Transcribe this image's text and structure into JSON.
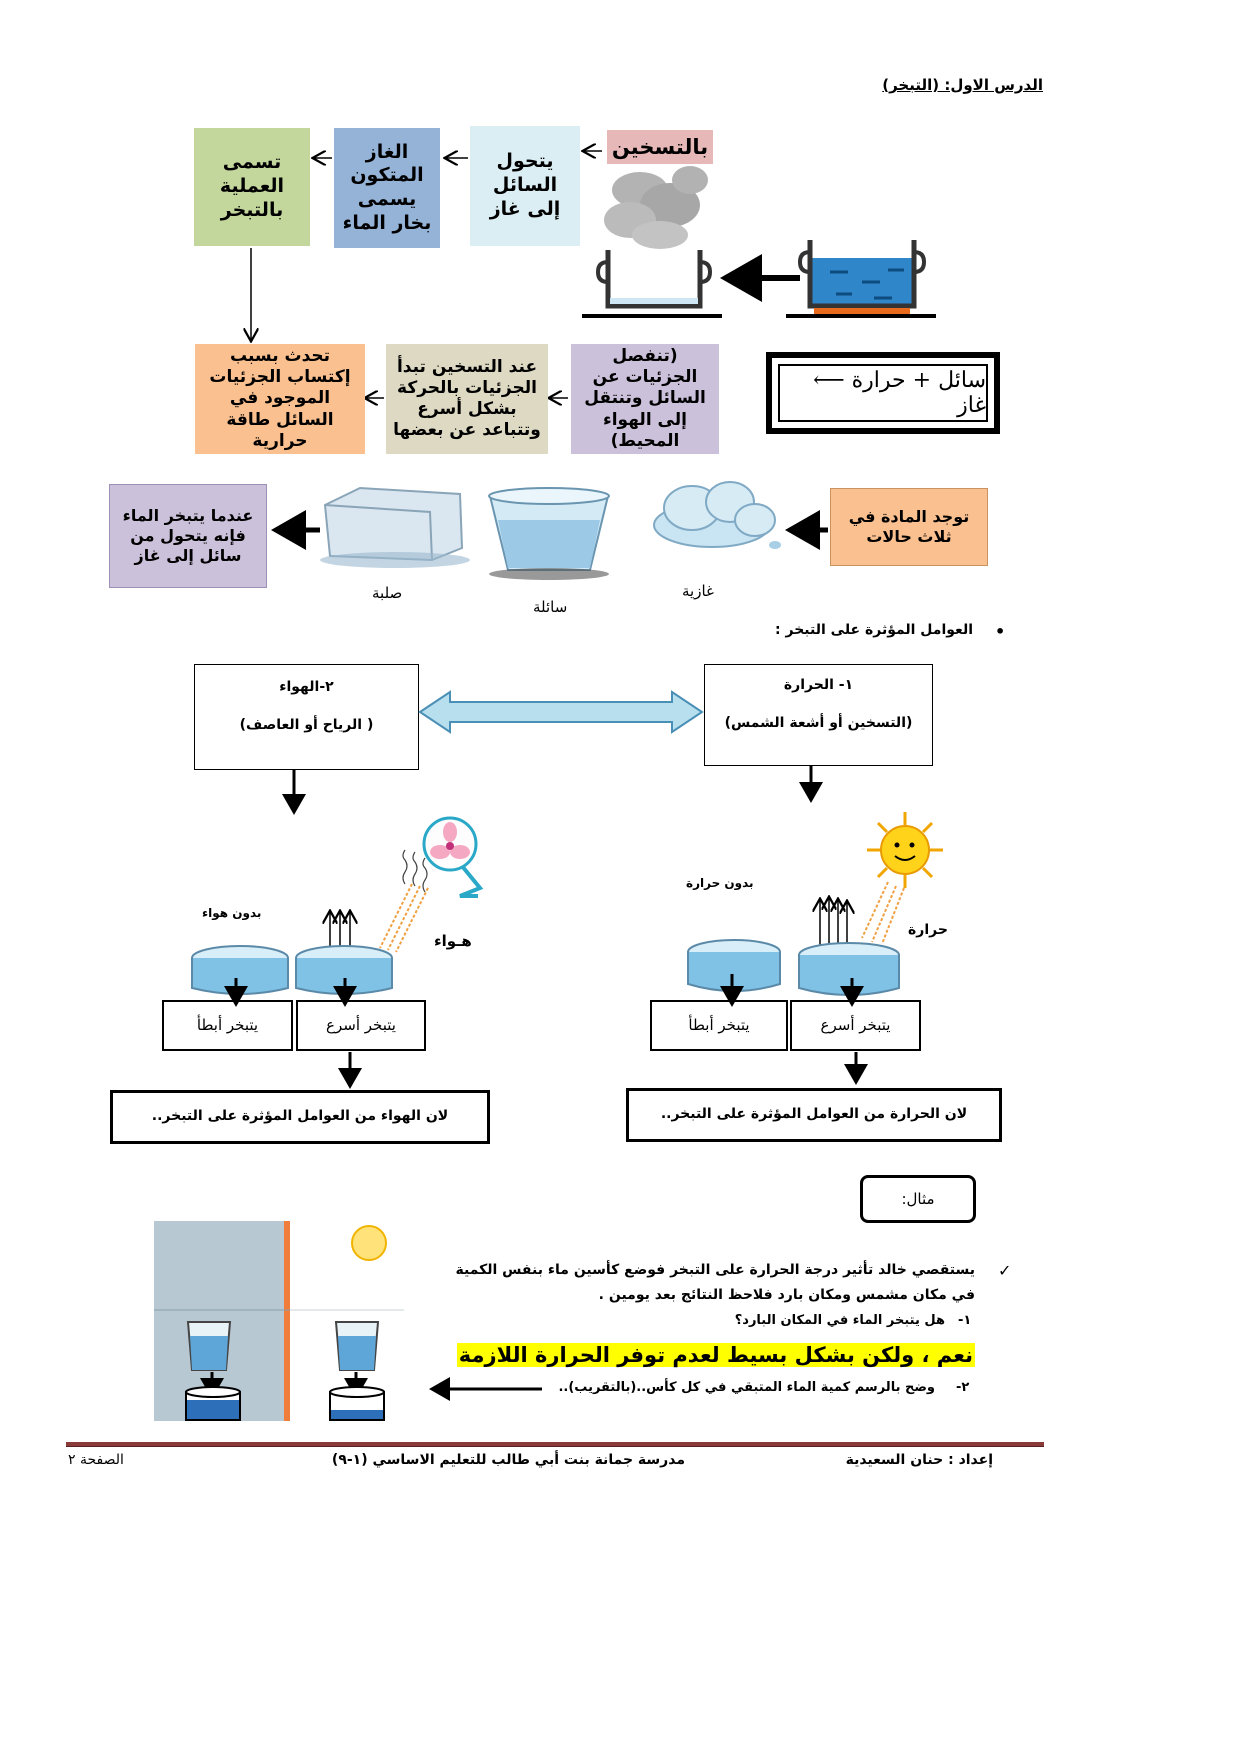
{
  "lesson_title": "الدرس الاول: (التبخر)",
  "flow_top": {
    "heating_label": "بالتسخين",
    "box1": "يتحول السائل إلى غاز",
    "box2": "الغاز المتكون يسمى بخار الماء",
    "box3": "تسمى العملية بالتبخر"
  },
  "flow_mid": {
    "box1": "(تنفصل الجزئيات عن السائل وتنتقل إلى الهواء المحيط)",
    "box2": "عند التسخين تبدأ الجزئيات بالحركة بشكل أسرع وتتباعد عن بعضها",
    "box3": "تحدث بسبب إكتساب الجزئيات الموجود في السائل طاقة حرارية",
    "equation": "سائل + حرارة ⟵ غاز"
  },
  "states": {
    "intro_box": "توجد المادة في ثلاث حالات",
    "gas_label": "غازية",
    "liquid_label": "سائلة",
    "solid_label": "صلبة",
    "result_box": "عندما يتبخر الماء فإنه يتحول من سائل إلى غاز"
  },
  "factors": {
    "bullet": "•",
    "heading": "العوامل المؤثرة على التبخر :",
    "heat_title": "١- الحرارة",
    "heat_sub": "(التسخين أو أشعة الشمس)",
    "air_title": "٢-الهواء",
    "air_sub": "( الرياح أو العاصف)",
    "no_heat": "بدون حرارة",
    "heat_label": "حرارة",
    "no_air": "بدون هواء",
    "air_label": "هـواء",
    "faster": "يتبخر أسرع",
    "slower": "يتبخر أبطأ",
    "heat_conclusion": "لان الحرارة من العوامل المؤثرة على التبخر..",
    "air_conclusion": "لان الهواء من العوامل المؤثرة على التبخر.."
  },
  "example": {
    "label": "مثال:",
    "check": "✓",
    "text_line1": "يستقصي خالد تأثير درجة الحرارة على التبخر فوضع كأسين ماء بنفس الكمية",
    "text_line2": "في مكان مشمس ومكان بارد فلاحظ النتائج بعد يومين .",
    "q1_num": "١-",
    "q1": "هل يتبخر الماء في المكان البارد؟",
    "answer": "نعم ، ولكن بشكل بسيط لعدم توفر الحرارة اللازمة",
    "q2_num": "٢-",
    "q2": "وضح بالرسم كمية الماء المتبقي في كل كأس..(بالتقريب).."
  },
  "footer": {
    "prepared": "إعداد : حنان السعيدية",
    "school": "مدرسة جمانة بنت أبي طالب للتعليم الاساسي (١-٩)",
    "page": "الصفحة ٢"
  },
  "colors": {
    "heating_bg": "#e6b8b7",
    "light_blue": "#dbeef4",
    "steel_blue": "#95b3d7",
    "green": "#c3d69b",
    "orange": "#fac08f",
    "khaki": "#ddd9c3",
    "lavender": "#ccc1da",
    "highlight": "#ffff00",
    "footer_line": "#8b3a3a"
  }
}
